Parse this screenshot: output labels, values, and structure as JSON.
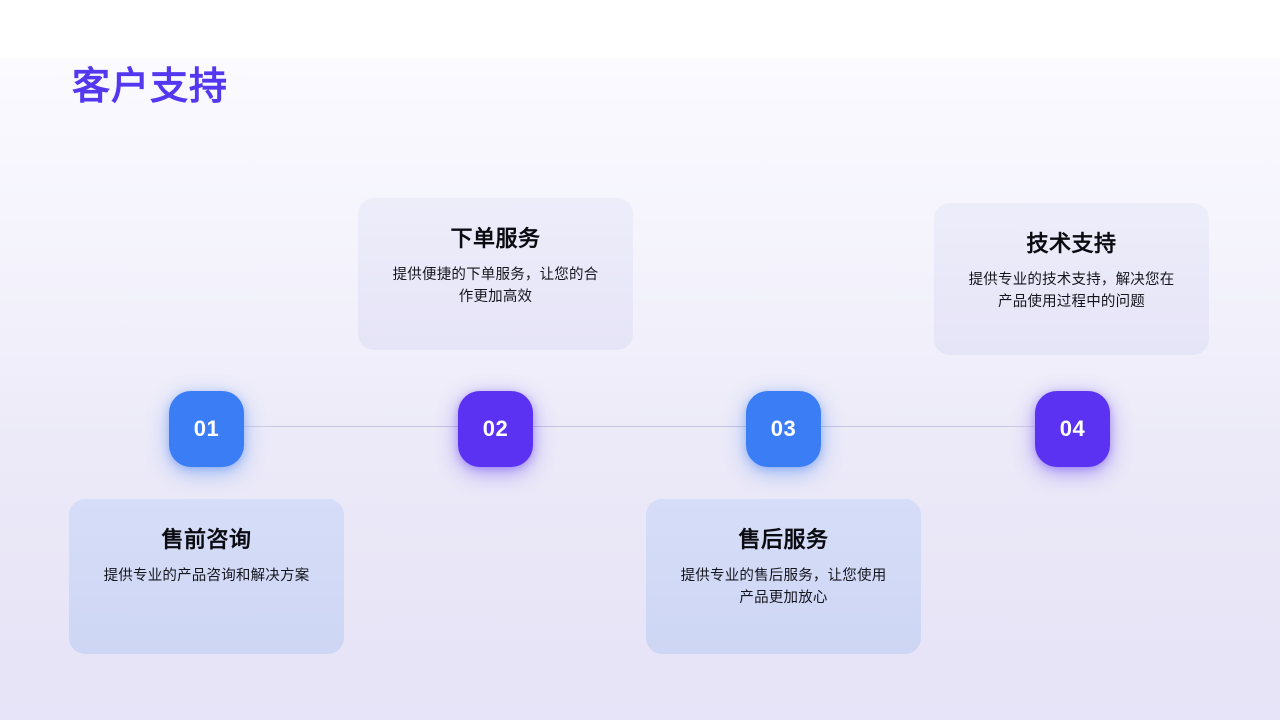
{
  "slide": {
    "title": "客户支持",
    "title_color": "#5438f0",
    "background_top": "#fafaff",
    "background_bottom": "#e7e3f8"
  },
  "steps": [
    {
      "number": "01",
      "color": "#3b7df4",
      "variant": "blue"
    },
    {
      "number": "02",
      "color": "#5b32f2",
      "variant": "violet"
    },
    {
      "number": "03",
      "color": "#3b7df4",
      "variant": "blue"
    },
    {
      "number": "04",
      "color": "#5b32f2",
      "variant": "violet"
    }
  ],
  "cards": [
    {
      "title": "售前咨询",
      "desc": "提供专业的产品咨询和解决方案",
      "position": "bottom",
      "step": "01"
    },
    {
      "title": "下单服务",
      "desc": "提供便捷的下单服务，让您的合作更加高效",
      "position": "top",
      "step": "02"
    },
    {
      "title": "售后服务",
      "desc": "提供专业的售后服务，让您使用产品更加放心",
      "position": "bottom",
      "step": "03"
    },
    {
      "title": "技术支持",
      "desc": "提供专业的技术支持，解决您在产品使用过程中的问题",
      "position": "top",
      "step": "04"
    }
  ]
}
